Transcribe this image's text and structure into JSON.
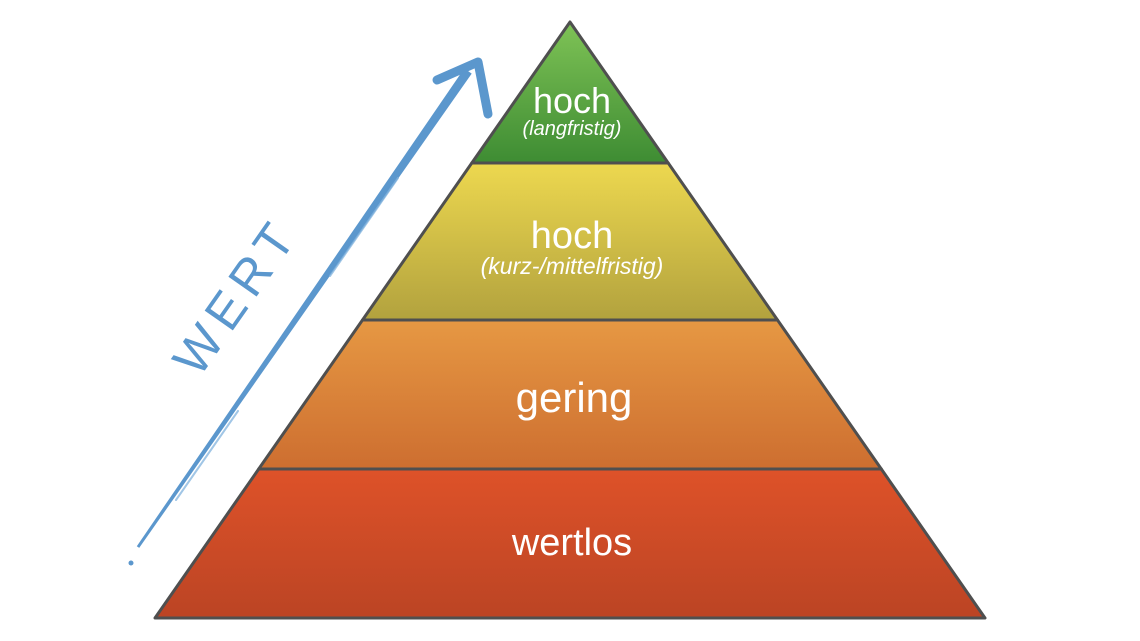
{
  "value_arrow": {
    "label": "WERT",
    "color": "#5b97cd",
    "color_light": "#82b3de"
  },
  "pyramid": {
    "border_color": "#4f4f4f",
    "text_color": "#ffffff",
    "levels": [
      {
        "label": "hoch",
        "sublabel": "(langfristig)",
        "color_top": "#7fc356",
        "color_bottom": "#3e8c33"
      },
      {
        "label": "hoch",
        "sublabel": "(kurz-/mittelfristig)",
        "color_top": "#edd84f",
        "color_bottom": "#b2a23e"
      },
      {
        "label": "gering",
        "sublabel": "",
        "color_top": "#e69843",
        "color_bottom": "#cd6e30"
      },
      {
        "label": "wertlos",
        "sublabel": "",
        "color_top": "#de5229",
        "color_bottom": "#bb4424"
      }
    ]
  }
}
